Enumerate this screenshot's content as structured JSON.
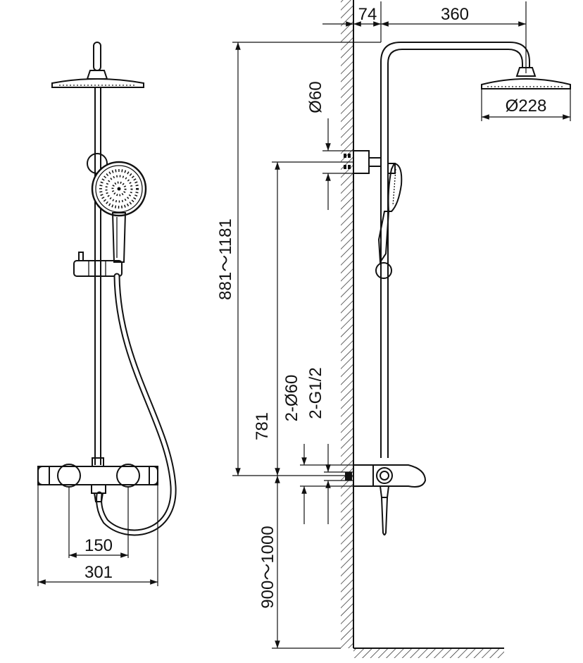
{
  "dimensions": {
    "wall_offset": "74",
    "arm_length": "360",
    "head_diameter": "Ø228",
    "bracket_diameter": "Ø60",
    "column_height": "881～1181",
    "bracket_height": "781",
    "inlet_cover": "2-Ø60",
    "inlet_thread": "2-G1/2",
    "mount_height": "900～1000",
    "inlet_centres": "150",
    "valve_width": "301"
  }
}
